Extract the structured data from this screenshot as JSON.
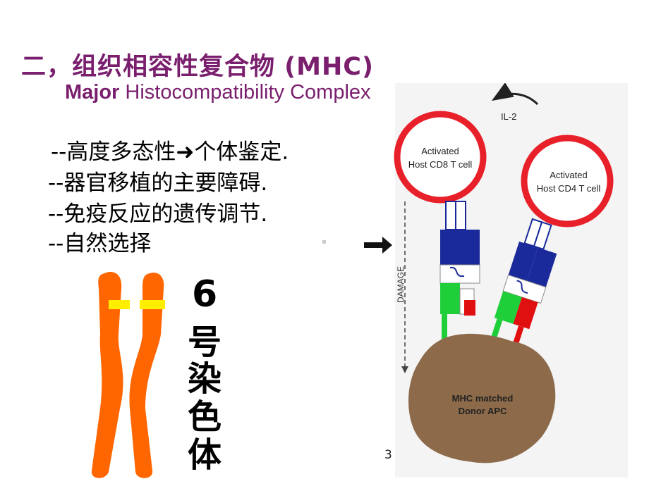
{
  "slide": {
    "title": "二，组织相容性复合物 (MHC)",
    "subtitle_major": "Major",
    "subtitle_rest": " Histocompatibility Complex",
    "bullets": [
      "--高度多态性➜个体鉴定.",
      "--器官移植的主要障碍.",
      "--免疫反应的遗传调节.",
      "--自然选择"
    ],
    "chromosome_number": "6",
    "chromosome_chars": [
      "号",
      "染",
      "色",
      "体"
    ],
    "page_number": "3"
  },
  "diagram": {
    "il2_label": "IL-2",
    "cd8_label_1": "Activated",
    "cd8_label_2": "Host CD8 T cell",
    "cd4_label_1": "Activated",
    "cd4_label_2": "Host CD4 T cell",
    "damage_label": "DAMAGE",
    "apc_label_1": "MHC matched",
    "apc_label_2": "Donor APC"
  },
  "colors": {
    "title": "#7a1f6e",
    "chromosome": "#ff6600",
    "chromosome_band": "#ffee00",
    "cell_ring": "#e8202a",
    "receptor_blue": "#1a2a9a",
    "mhc_green": "#1ecf3a",
    "mhc_red": "#e01010",
    "apc": "#8c6a4a"
  }
}
